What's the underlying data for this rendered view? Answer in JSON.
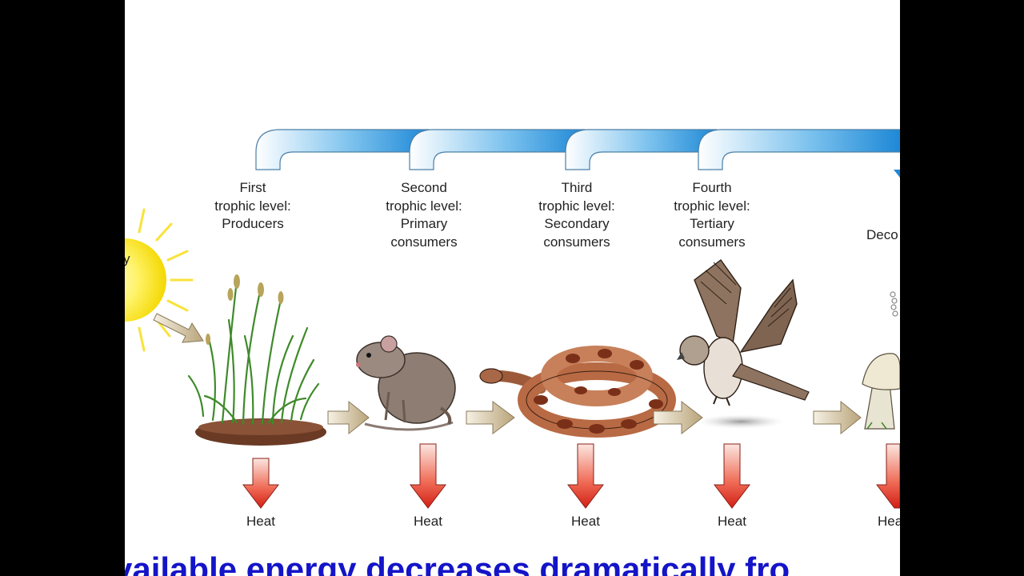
{
  "levels": [
    {
      "lines": [
        "First",
        "trophic level:",
        "Producers"
      ]
    },
    {
      "lines": [
        "Second",
        "trophic level:",
        "Primary",
        "consumers"
      ]
    },
    {
      "lines": [
        "Third",
        "trophic level:",
        "Secondary",
        "consumers"
      ]
    },
    {
      "lines": [
        "Fourth",
        "trophic level:",
        "Tertiary",
        "consumers"
      ]
    }
  ],
  "decomposer_label": "Deco",
  "sun_label": "y",
  "heat_labels": [
    "Heat",
    "Heat",
    "Heat",
    "Heat",
    "Hea"
  ],
  "caption": "vailable energy decreases dramatically fro",
  "colors": {
    "banner_dark": "#1e88d6",
    "banner_light": "#e8f4fc",
    "heat_arrow_top": "#f6d0c8",
    "heat_arrow_bottom": "#d8231a",
    "flow_arrow": "#c9bb9c",
    "caption": "#1414c8"
  },
  "icons": [
    "sun-icon",
    "grass-icon",
    "mouse-icon",
    "snake-icon",
    "hawk-icon",
    "mushroom-icon"
  ]
}
